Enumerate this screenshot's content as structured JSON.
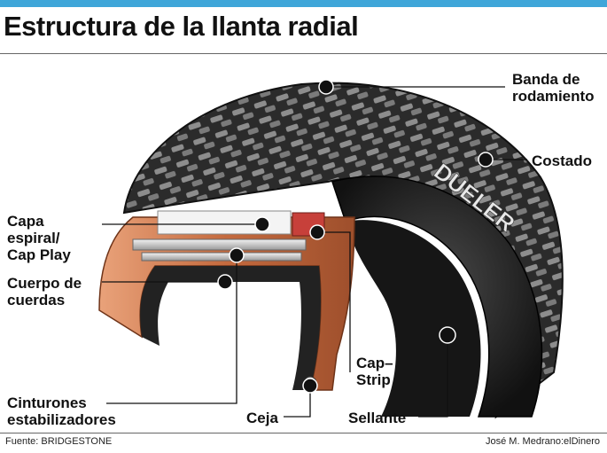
{
  "title": "Estructura de la llanta radial",
  "tire_brand": "DUELER",
  "labels": {
    "banda_1": "Banda de",
    "banda_2": "rodamiento",
    "costado": "Costado",
    "capa_1": "Capa",
    "capa_2": "espiral/",
    "capa_3": "Cap Play",
    "cuerpo_1": "Cuerpo de",
    "cuerpo_2": "cuerdas",
    "cintur_1": "Cinturones",
    "cintur_2": "estabilizadores",
    "capstrip_1": "Cap–",
    "capstrip_2": "Strip",
    "ceja": "Ceja",
    "sellante": "Sellante"
  },
  "footer": {
    "source": "Fuente: BRIDGESTONE",
    "credit": "José M. Medrano:elDinero"
  },
  "colors": {
    "accent_bar": "#3fa6d9",
    "tire_rubber": "#2a2a2a",
    "ply_copper": "#c97a4e",
    "belt_steel": "#d8d8d8"
  }
}
